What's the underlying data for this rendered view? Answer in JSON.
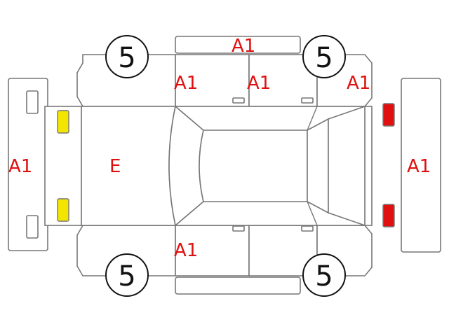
{
  "diagram": {
    "colors": {
      "outline": "#777777",
      "mark_text": "#e01010",
      "headlight": "#f2e600",
      "taillight": "#e01010"
    },
    "marks": {
      "roof": "A1",
      "hood": "E",
      "front_bumper": "A1",
      "rear_bumper": "A1",
      "top_front_door": "A1",
      "top_rear_door": "A1",
      "top_rear_fender": "A1",
      "bottom_front_door": "A1"
    },
    "wheels": {
      "front_top": "5",
      "rear_top": "5",
      "front_bottom": "5",
      "rear_bottom": "5"
    }
  }
}
